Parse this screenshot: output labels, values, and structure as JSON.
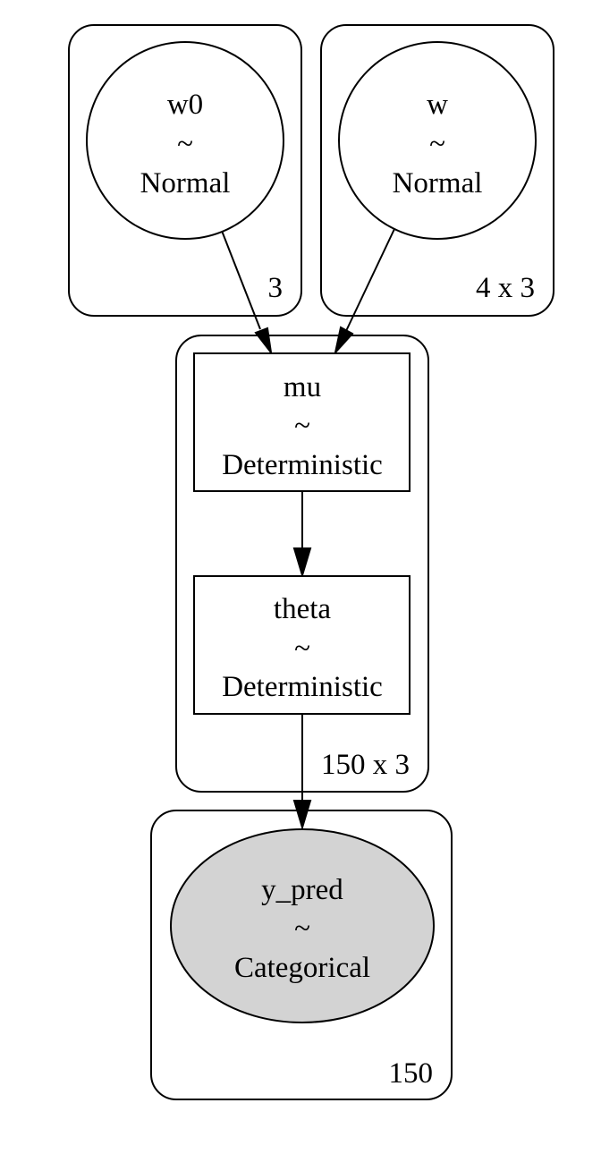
{
  "colors": {
    "background": "#ffffff",
    "stroke": "#000000",
    "observed_fill": "#d3d3d3",
    "latent_fill": "#ffffff"
  },
  "plates": {
    "w0_plate": {
      "label": "3"
    },
    "w_plate": {
      "label": "4 x 3"
    },
    "mu_theta_plate": {
      "label": "150 x 3"
    },
    "y_pred_plate": {
      "label": "150"
    }
  },
  "nodes": {
    "w0": {
      "name": "w0",
      "tilde": "~",
      "dist": "Normal",
      "shape": "circle",
      "observed": false
    },
    "w": {
      "name": "w",
      "tilde": "~",
      "dist": "Normal",
      "shape": "circle",
      "observed": false
    },
    "mu": {
      "name": "mu",
      "tilde": "~",
      "dist": "Deterministic",
      "shape": "box",
      "observed": false
    },
    "theta": {
      "name": "theta",
      "tilde": "~",
      "dist": "Deterministic",
      "shape": "box",
      "observed": false
    },
    "y_pred": {
      "name": "y_pred",
      "tilde": "~",
      "dist": "Categorical",
      "shape": "ellipse",
      "observed": true
    }
  },
  "edges": [
    {
      "from": "w0",
      "to": "mu"
    },
    {
      "from": "w",
      "to": "mu"
    },
    {
      "from": "mu",
      "to": "theta"
    },
    {
      "from": "theta",
      "to": "y_pred"
    }
  ]
}
